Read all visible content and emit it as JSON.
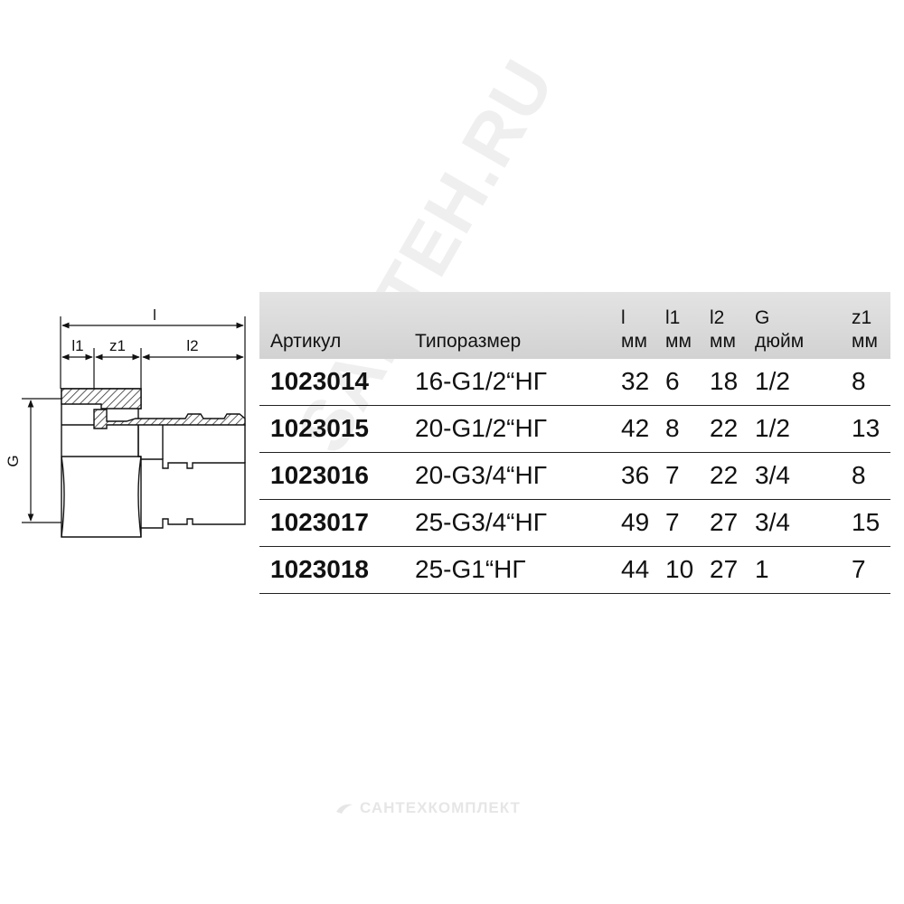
{
  "drawing": {
    "dim_l": "l",
    "dim_l1": "l1",
    "dim_z1": "z1",
    "dim_l2": "l2",
    "dim_g": "G"
  },
  "table": {
    "headers": {
      "article": "Артикул",
      "size": "Типоразмер",
      "l": [
        "l",
        "мм"
      ],
      "l1": [
        "l1",
        "мм"
      ],
      "l2": [
        "l2",
        "мм"
      ],
      "g": [
        "G",
        "дюйм"
      ],
      "z1": [
        "z1",
        "мм"
      ]
    },
    "rows": [
      {
        "article": "1023014",
        "size": "16-G1/2“НГ",
        "l": "32",
        "l1": "6",
        "l2": "18",
        "g": "1/2",
        "z1": "8"
      },
      {
        "article": "1023015",
        "size": "20-G1/2“НГ",
        "l": "42",
        "l1": "8",
        "l2": "22",
        "g": "1/2",
        "z1": "13"
      },
      {
        "article": "1023016",
        "size": "20-G3/4“НГ",
        "l": "36",
        "l1": "7",
        "l2": "22",
        "g": " 3/4",
        "z1": "8"
      },
      {
        "article": "1023017",
        "size": "25-G3/4“НГ",
        "l": "49",
        "l1": "7",
        "l2": "27",
        "g": " 3/4",
        "z1": "15"
      },
      {
        "article": "1023018",
        "size": "25-G1“НГ",
        "l": "44",
        "l1": "10",
        "l2": "27",
        "g": "1",
        "z1": "7"
      }
    ]
  },
  "watermark": "SANTEH.RU",
  "footer_brand": "САНТЕХКОМПЛЕКТ",
  "colors": {
    "header_bg": "#d9d9d9",
    "line": "#222222",
    "watermark": "#e6e6e6"
  }
}
